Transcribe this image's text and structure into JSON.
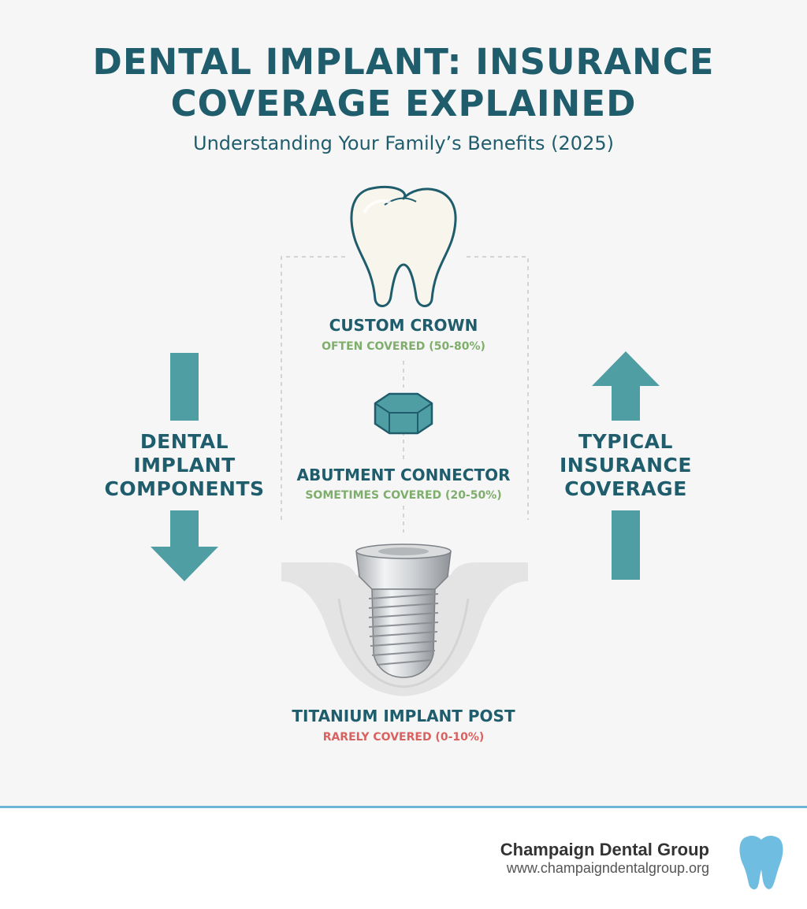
{
  "header": {
    "title_line1": "DENTAL IMPLANT: INSURANCE",
    "title_line2": "COVERAGE EXPLAINED",
    "subtitle": "Understanding Your Family’s Benefits (2025)"
  },
  "left_label": [
    "DENTAL",
    "IMPLANT",
    "COMPONENTS"
  ],
  "right_label": [
    "TYPICAL",
    "INSURANCE",
    "COVERAGE"
  ],
  "components": [
    {
      "name": "CUSTOM CROWN",
      "coverage": "OFTEN COVERED (50-80%)",
      "color": "#7fae6c"
    },
    {
      "name": "ABUTMENT CONNECTOR",
      "coverage": "SOMETIMES COVERED (20-50%)",
      "color": "#7fae6c"
    },
    {
      "name": "TITANIUM IMPLANT POST",
      "coverage": "RARELY COVERED (0-10%)",
      "color": "#d9615f"
    }
  ],
  "footer": {
    "brand": "Champaign Dental Group",
    "url": "www.champaigndentalgroup.org"
  },
  "colors": {
    "primary": "#1f5d6d",
    "arrow": "#4f9ea3",
    "accent_line": "#6fb6d6",
    "logo": "#6fbde0"
  }
}
